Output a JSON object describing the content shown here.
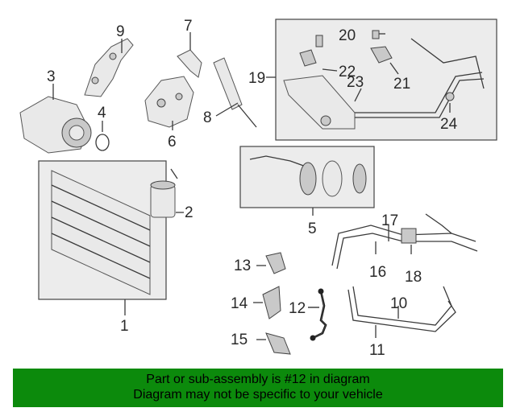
{
  "callouts": {
    "c1": "1",
    "c2": "2",
    "c3": "3",
    "c4": "4",
    "c5": "5",
    "c6": "6",
    "c7": "7",
    "c8": "8",
    "c9": "9",
    "c10": "10",
    "c11": "11",
    "c12": "12",
    "c13": "13",
    "c14": "14",
    "c15": "15",
    "c16": "16",
    "c17": "17",
    "c18": "18",
    "c19": "19",
    "c20": "20",
    "c21": "21",
    "c22": "22",
    "c23": "23",
    "c24": "24"
  },
  "footer": {
    "line1": "Part or sub-assembly is #12 in diagram",
    "line2": "Diagram may not be specific to your vehicle"
  },
  "colors": {
    "banner": "#0c8a0c",
    "highlight_part": "#111111"
  }
}
